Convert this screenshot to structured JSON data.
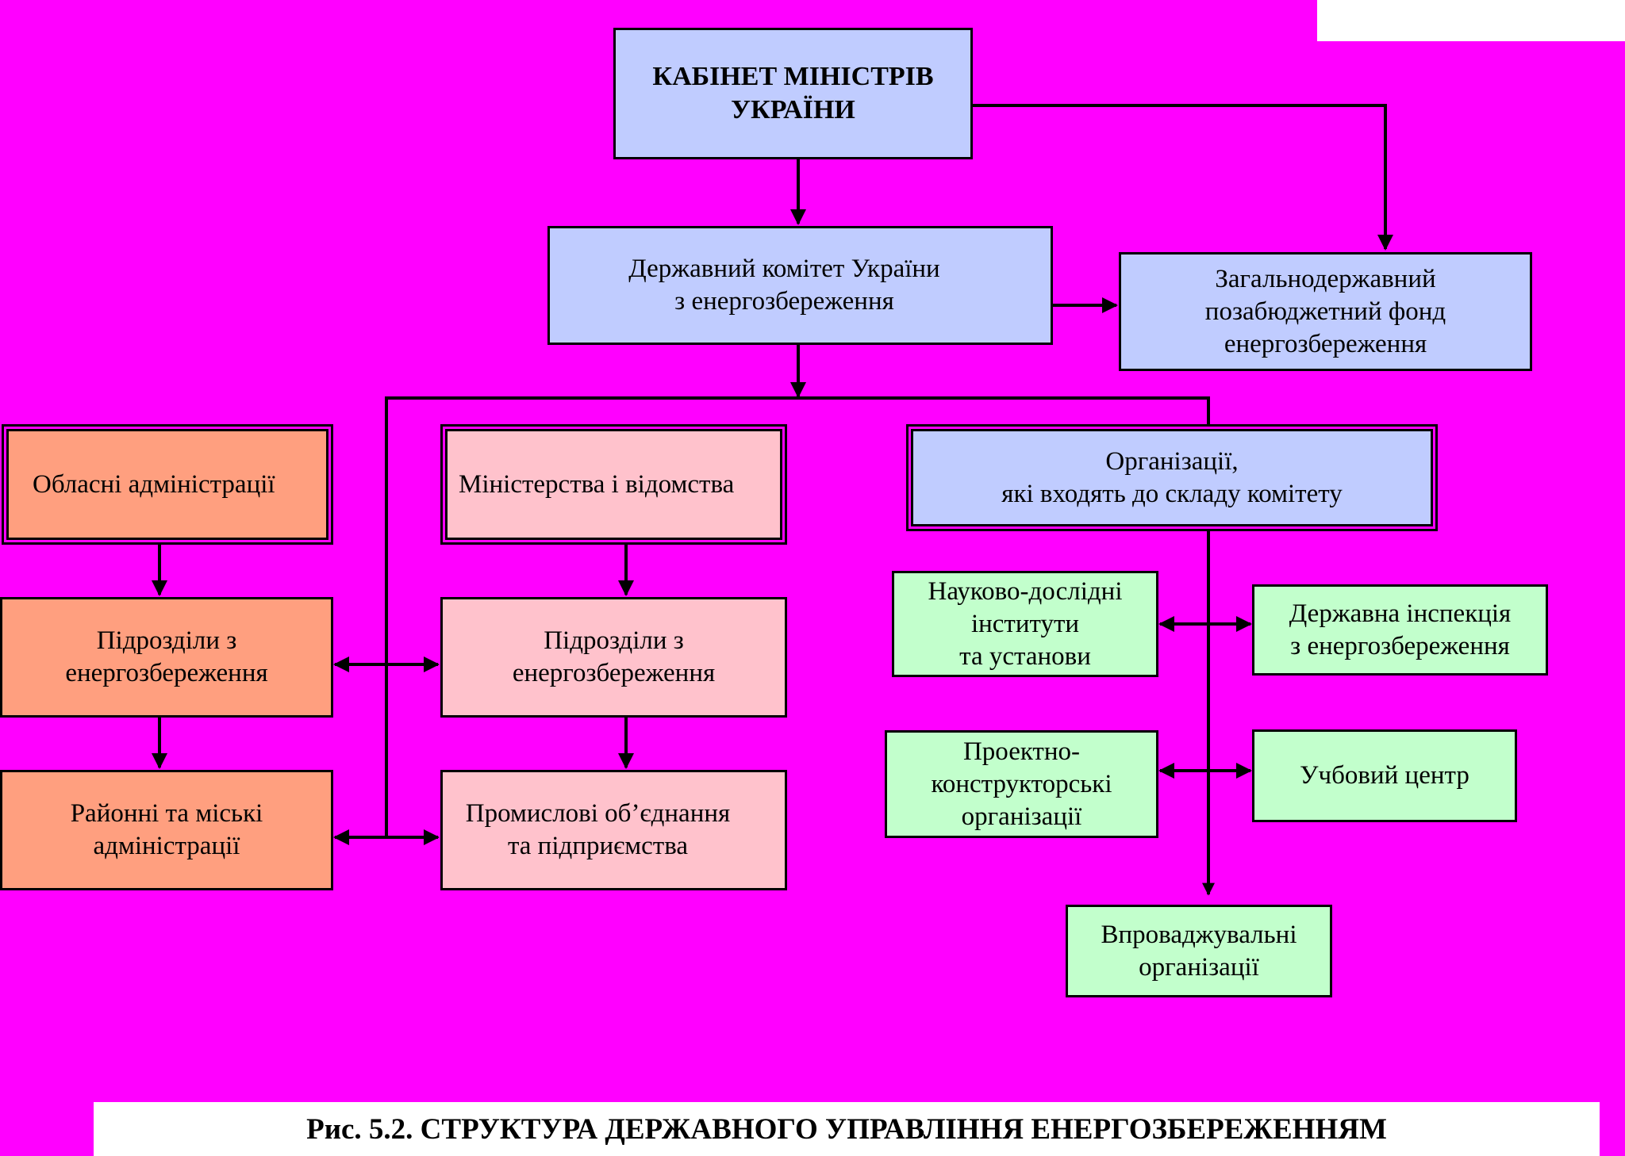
{
  "caption": "Рис. 5.2. СТРУКТУРА ДЕРЖАВНОГО УПРАВЛІННЯ ЕНЕРГОЗБЕРЕЖЕННЯМ",
  "boxes": {
    "cabinet": "КАБІНЕТ МІНІСТРІВ\nУКРАЇНИ",
    "state_committee": "Державний комітет України\nз енергозбереження",
    "fund": "Загальнодержавний\nпозабюджетний фонд\nенергозбереження",
    "regional_admins": "Обласні адміністрації",
    "ministries": "Міністерства і відомства",
    "organizations": "Організації,\nякі входять до складу комітету",
    "regional_units": "Підрозділи з\nенергозбереження",
    "ministry_units": "Підрозділи з\nенергозбереження",
    "district_admins": "Районні та міські\nадміністрації",
    "industrial": "Промислові об’єднання\nта підприємства",
    "research": "Науково-дослідні\nінститути\nта установи",
    "inspection": "Державна інспекція\nз енергозбереження",
    "design": "Проектно-\nконструкторські\nорганізації",
    "training": "Учбовий центр",
    "implementing": "Впроваджувальні\nорганізації"
  },
  "colors": {
    "background": "#ff00ff",
    "blue": "#c0ccff",
    "orange": "#ff9f7f",
    "pink": "#ffc2cc",
    "green": "#c2ffcc"
  }
}
